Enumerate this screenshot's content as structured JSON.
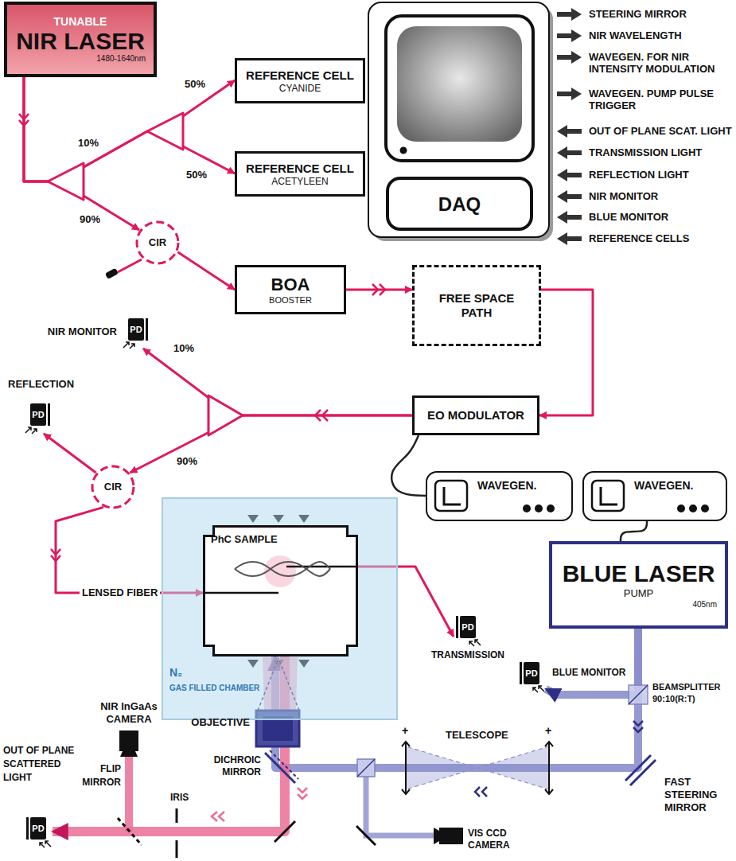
{
  "diagram": {
    "nodes": [
      {
        "text": [
          "TUNABLE",
          "NIR LASER",
          "1480-1640nm"
        ]
      },
      {
        "text": [
          "REFERENCE CELL",
          "CYANIDE"
        ]
      },
      {
        "text": [
          "REFERENCE CELL",
          "ACETYLEEN"
        ]
      },
      {
        "text": [
          "CIR"
        ]
      },
      {
        "text": [
          "BOA",
          "BOOSTER"
        ]
      },
      {
        "text": [
          "FREE SPACE PATH"
        ]
      },
      {
        "text": [
          "DAQ"
        ]
      },
      {
        "text": [
          "PD",
          "NIR MONITOR"
        ]
      },
      {
        "text": [
          "EO MODULATOR"
        ]
      },
      {
        "text": [
          "PD",
          "REFLECTION"
        ]
      },
      {
        "text": [
          "CIR"
        ]
      },
      {
        "text": [
          "WAVEGEN."
        ]
      },
      {
        "text": [
          "WAVEGEN."
        ]
      },
      {
        "text": [
          "N₂",
          "GAS FILLED CHAMBER"
        ]
      },
      {
        "text": [
          "PhC SAMPLE"
        ],
        "in": 13
      },
      {
        "text": [
          "PD",
          "TRANSMISSION"
        ]
      },
      {
        "text": [
          "BLUE LASER",
          "PUMP",
          "405nm"
        ]
      },
      {
        "text": [
          "PD",
          "BLUE MONITOR"
        ]
      },
      {
        "text": [
          "PD",
          "OUT OF PLANE SCATTERED LIGHT"
        ]
      }
    ],
    "edges": [
      {
        "from": 0,
        "to": 1,
        "arrow": "to"
      },
      {
        "from": 0,
        "to": 2,
        "arrow": "to"
      },
      {
        "from": 0,
        "to": 3,
        "arrow": "to"
      },
      {
        "from": 3,
        "to": 4,
        "arrow": "to"
      },
      {
        "from": 4,
        "to": 5,
        "arrow": "to"
      },
      {
        "from": 5,
        "to": 8,
        "arrow": "to"
      },
      {
        "from": 8,
        "to": 7,
        "arrow": "to"
      },
      {
        "from": 8,
        "to": 10,
        "arrow": "to"
      },
      {
        "from": 10,
        "to": 9,
        "arrow": "to"
      },
      {
        "from": 10,
        "to": 14,
        "arrow": "to"
      },
      {
        "from": 14,
        "to": 15,
        "arrow": "to"
      },
      {
        "from": 8,
        "to": 11,
        "arrow": "none"
      },
      {
        "from": 12,
        "to": 16,
        "arrow": "none"
      },
      {
        "from": 16,
        "to": 17,
        "arrow": "to"
      },
      {
        "from": 16,
        "to": 14,
        "arrow": "to"
      },
      {
        "from": 14,
        "to": 18,
        "arrow": "to"
      }
    ],
    "labels": [
      "10%",
      "90%",
      "50%",
      "50%",
      "STEERING MIRROR",
      "NIR WAVELENGTH",
      "WAVEGEN. FOR NIR INTENSITY MODULATION",
      "WAVEGEN. PUMP PULSE TRIGGER",
      "OUT OF PLANE SCAT. LIGHT",
      "TRANSMISSION LIGHT",
      "REFLECTION LIGHT",
      "NIR MONITOR",
      "BLUE MONITOR",
      "REFERENCE CELLS",
      "10%",
      "90%",
      "LENSED FIBER",
      "BEAMSPLITTER",
      "90:10(R:T)",
      "NIR InGaAs CAMERA",
      "OBJECTIVE",
      "DICHROIC MIRROR",
      "TELESCOPE",
      "+",
      "+",
      "FAST STEERING MIRROR",
      "FLIP MIRROR",
      "IRIS",
      "VIS CCD CAMERA"
    ]
  }
}
